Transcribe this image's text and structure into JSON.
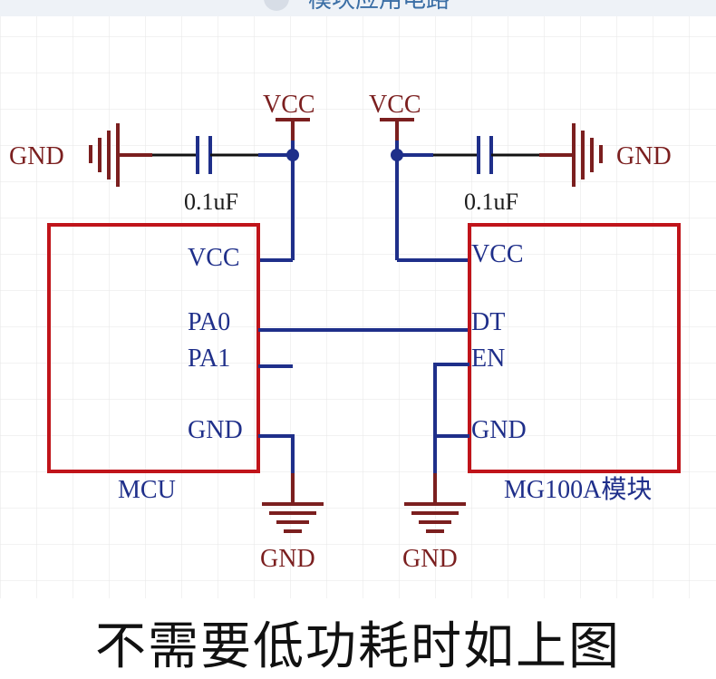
{
  "header": {
    "title": "模块应用电路"
  },
  "power": {
    "vcc": "VCC",
    "gnd": "GND"
  },
  "capacitor": {
    "value": "0.1uF"
  },
  "mcu": {
    "name": "MCU",
    "pins": {
      "vcc": "VCC",
      "pa0": "PA0",
      "pa1": "PA1",
      "gnd": "GND"
    }
  },
  "module": {
    "name": "MG100A模块",
    "pins": {
      "vcc": "VCC",
      "dt": "DT",
      "en": "EN",
      "gnd": "GND"
    }
  },
  "caption": "不需要低功耗时如上图",
  "colors": {
    "wire": "#1f2f8a",
    "part": "#c0141a",
    "ground": "#7b1f1f",
    "grid": "#e6e6e6"
  }
}
